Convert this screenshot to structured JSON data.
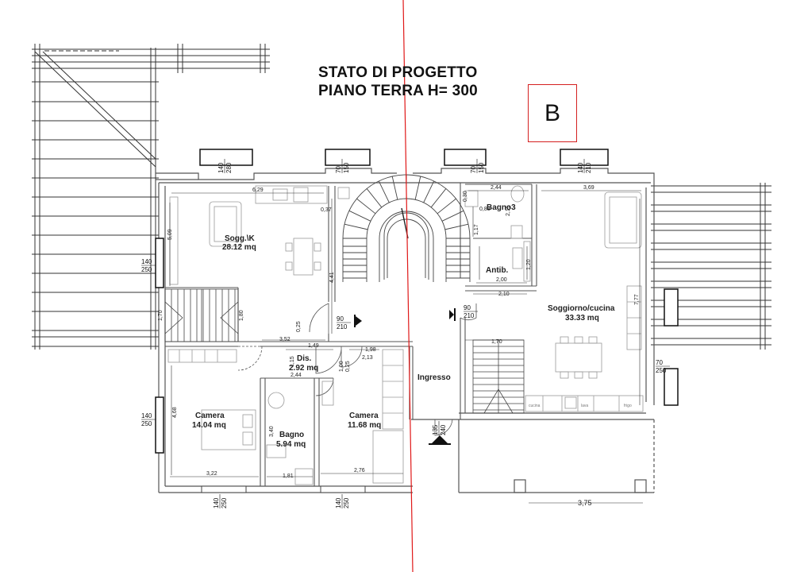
{
  "title": {
    "line1": "STATO DI PROGETTO",
    "line2": "PIANO TERRA H= 300"
  },
  "section_label": "B",
  "rooms": [
    {
      "key": "sogg",
      "name": "Sogg.\\K",
      "area": "28.12 mq"
    },
    {
      "key": "bagno3",
      "name": "Bagno3",
      "area": ""
    },
    {
      "key": "antib",
      "name": "Antib.",
      "area": ""
    },
    {
      "key": "soggiorno",
      "name": "Soggiorno/cucina",
      "area": "33.33 mq"
    },
    {
      "key": "dis",
      "name": "Dis.",
      "area": "2.92 mq"
    },
    {
      "key": "ingresso",
      "name": "Ingresso",
      "area": ""
    },
    {
      "key": "camera1",
      "name": "Camera",
      "area": "14.04 mq"
    },
    {
      "key": "bagno",
      "name": "Bagno",
      "area": "5.94 mq"
    },
    {
      "key": "camera2",
      "name": "Camera",
      "area": "11.68 mq"
    }
  ],
  "dimensions": {
    "d629": "6,29",
    "d244a": "2,44",
    "d369": "3,69",
    "d037": "0,37",
    "d089": "0,89",
    "d117": "1,17",
    "d215": "2,15",
    "d120": "1,20",
    "d200": "2,00",
    "d210": "2,10",
    "d441": "4,41",
    "d509": "5,09",
    "d777": "7,77",
    "d170": "1,70",
    "d180": "1,80",
    "d352": "3,52",
    "d149": "1,49",
    "d198": "1,98",
    "d213": "2,13",
    "d025a": "0,25",
    "d025b": "0,25",
    "d100": "1,00",
    "d115": "1,15",
    "d244b": "2,44",
    "d468": "4,68",
    "d340": "3,40",
    "d322": "3,22",
    "d181": "1,81",
    "d276": "2,76",
    "d170b": "1,70",
    "d375": "3,75",
    "d030": "0,30"
  },
  "openings": [
    {
      "key": "w_top1",
      "top": "140",
      "bottom": "280"
    },
    {
      "key": "w_top2",
      "top": "70",
      "bottom": "150"
    },
    {
      "key": "w_top3",
      "top": "70",
      "bottom": "150"
    },
    {
      "key": "w_top4",
      "top": "140",
      "bottom": "210"
    },
    {
      "key": "w_left1",
      "top": "140",
      "bottom": "250"
    },
    {
      "key": "w_left2",
      "top": "140",
      "bottom": "250"
    },
    {
      "key": "d_left",
      "top": "90",
      "bottom": "210"
    },
    {
      "key": "d_right",
      "top": "90",
      "bottom": "210"
    },
    {
      "key": "w_right",
      "top": "70",
      "bottom": "250"
    },
    {
      "key": "w_bot1",
      "top": "140",
      "bottom": "250"
    },
    {
      "key": "w_bot2",
      "top": "140",
      "bottom": "250"
    },
    {
      "key": "d_entry",
      "top": "135",
      "bottom": "240"
    }
  ],
  "fixtures": {
    "kitchen_tag": "cucina",
    "fridge_tag": "frigo",
    "wash_tag": "lava"
  },
  "colors": {
    "wall": "#777777",
    "line": "#222222",
    "furniture": "#9a9a9a",
    "section_line": "#e01818"
  }
}
